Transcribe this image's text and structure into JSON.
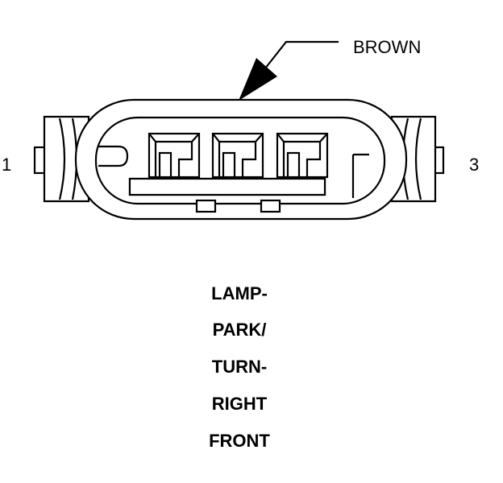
{
  "connector": {
    "wire_color_label": "BROWN",
    "pin_left_label": "1",
    "pin_right_label": "3"
  },
  "caption": {
    "lines": [
      "LAMP-",
      "PARK/",
      "TURN-",
      "RIGHT",
      "FRONT"
    ]
  }
}
